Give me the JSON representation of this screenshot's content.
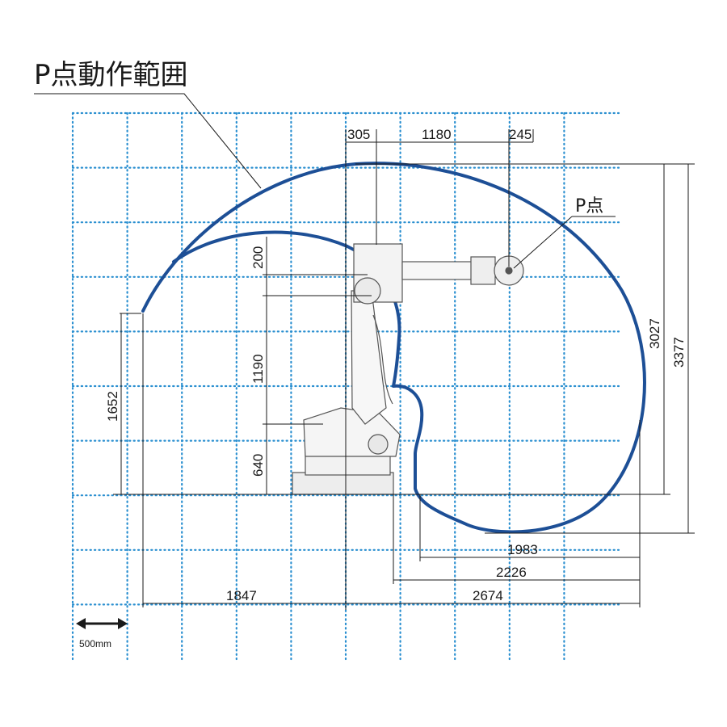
{
  "title": "P点動作範囲",
  "p_point_label": "P点",
  "scale_label": "500mm",
  "dimensions": {
    "top_305": "305",
    "top_1180": "1180",
    "top_245": "245",
    "v_200": "200",
    "v_1190": "1190",
    "v_640": "640",
    "v_1652": "1652",
    "v_3027": "3027",
    "v_3377": "3377",
    "h_1983": "1983",
    "h_2226": "2226",
    "h_1847": "1847",
    "h_2674": "2674"
  },
  "colors": {
    "envelope": "#1d4f96",
    "grid": "#2a8fd0",
    "line": "#1a1a1a",
    "robot": "#555555"
  }
}
